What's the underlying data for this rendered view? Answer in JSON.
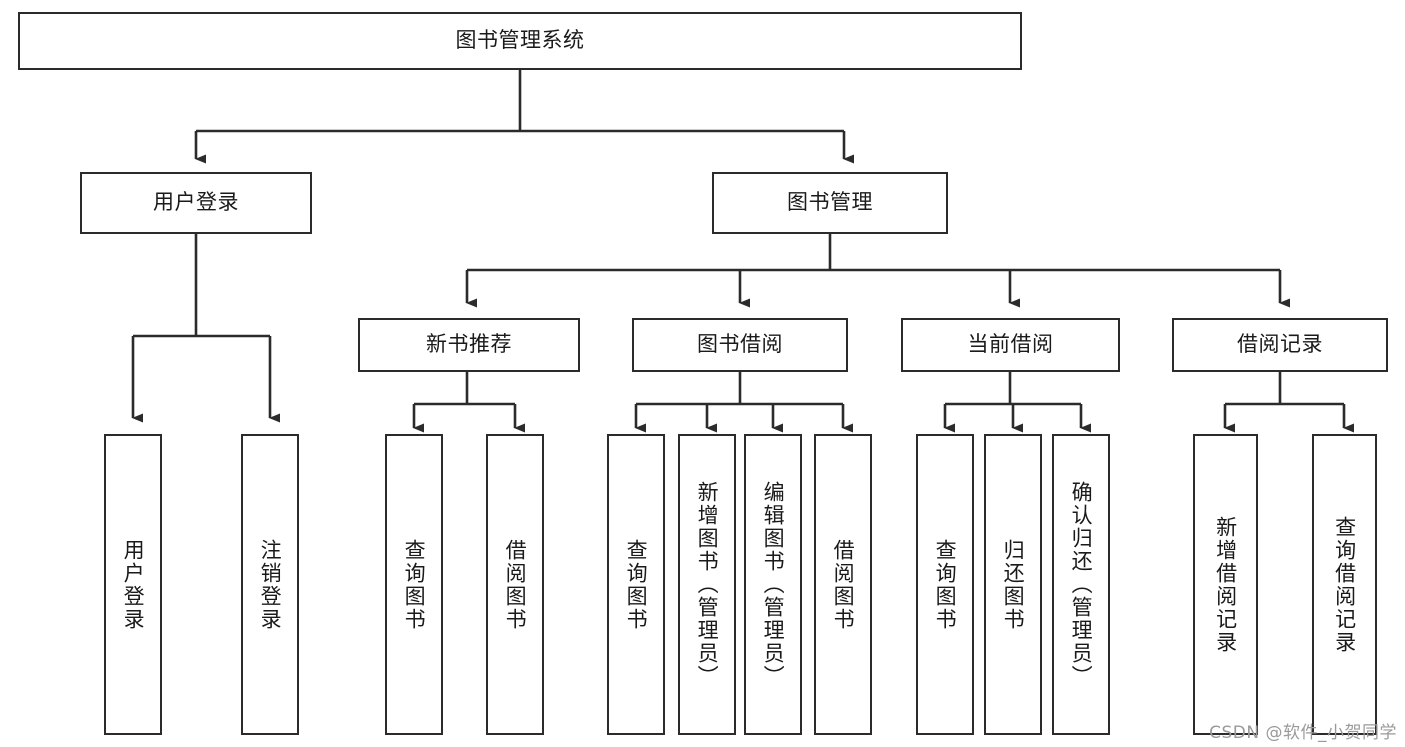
{
  "diagram": {
    "title": "图书管理系统",
    "type": "hierarchy-tree",
    "watermark": "CSDN @软件_小贺同学",
    "colors": {
      "node_border": "#2b2b2b",
      "node_fill": "#ffffff",
      "edge": "#2b2b2b",
      "text": "#1a1a1a",
      "watermark": "#9a9a9a",
      "background": "#ffffff"
    },
    "root": {
      "label": "图书管理系统"
    },
    "level2": [
      {
        "label": "用户登录"
      },
      {
        "label": "图书管理"
      }
    ],
    "level3": [
      {
        "label": "新书推荐"
      },
      {
        "label": "图书借阅"
      },
      {
        "label": "当前借阅"
      },
      {
        "label": "借阅记录"
      }
    ],
    "leaves": {
      "user_login": [
        {
          "label": "用户登录"
        },
        {
          "label": "注销登录"
        }
      ],
      "new_book_recommend": [
        {
          "label": "查询图书"
        },
        {
          "label": "借阅图书"
        }
      ],
      "book_borrow": [
        {
          "label": "查询图书"
        },
        {
          "label": "新增图书（管理员）"
        },
        {
          "label": "编辑图书（管理员）"
        },
        {
          "label": "借阅图书"
        }
      ],
      "current_borrow": [
        {
          "label": "查询图书"
        },
        {
          "label": "归还图书"
        },
        {
          "label": "确认归还（管理员）"
        }
      ],
      "borrow_record": [
        {
          "label": "新增借阅记录"
        },
        {
          "label": "查询借阅记录"
        }
      ]
    }
  }
}
